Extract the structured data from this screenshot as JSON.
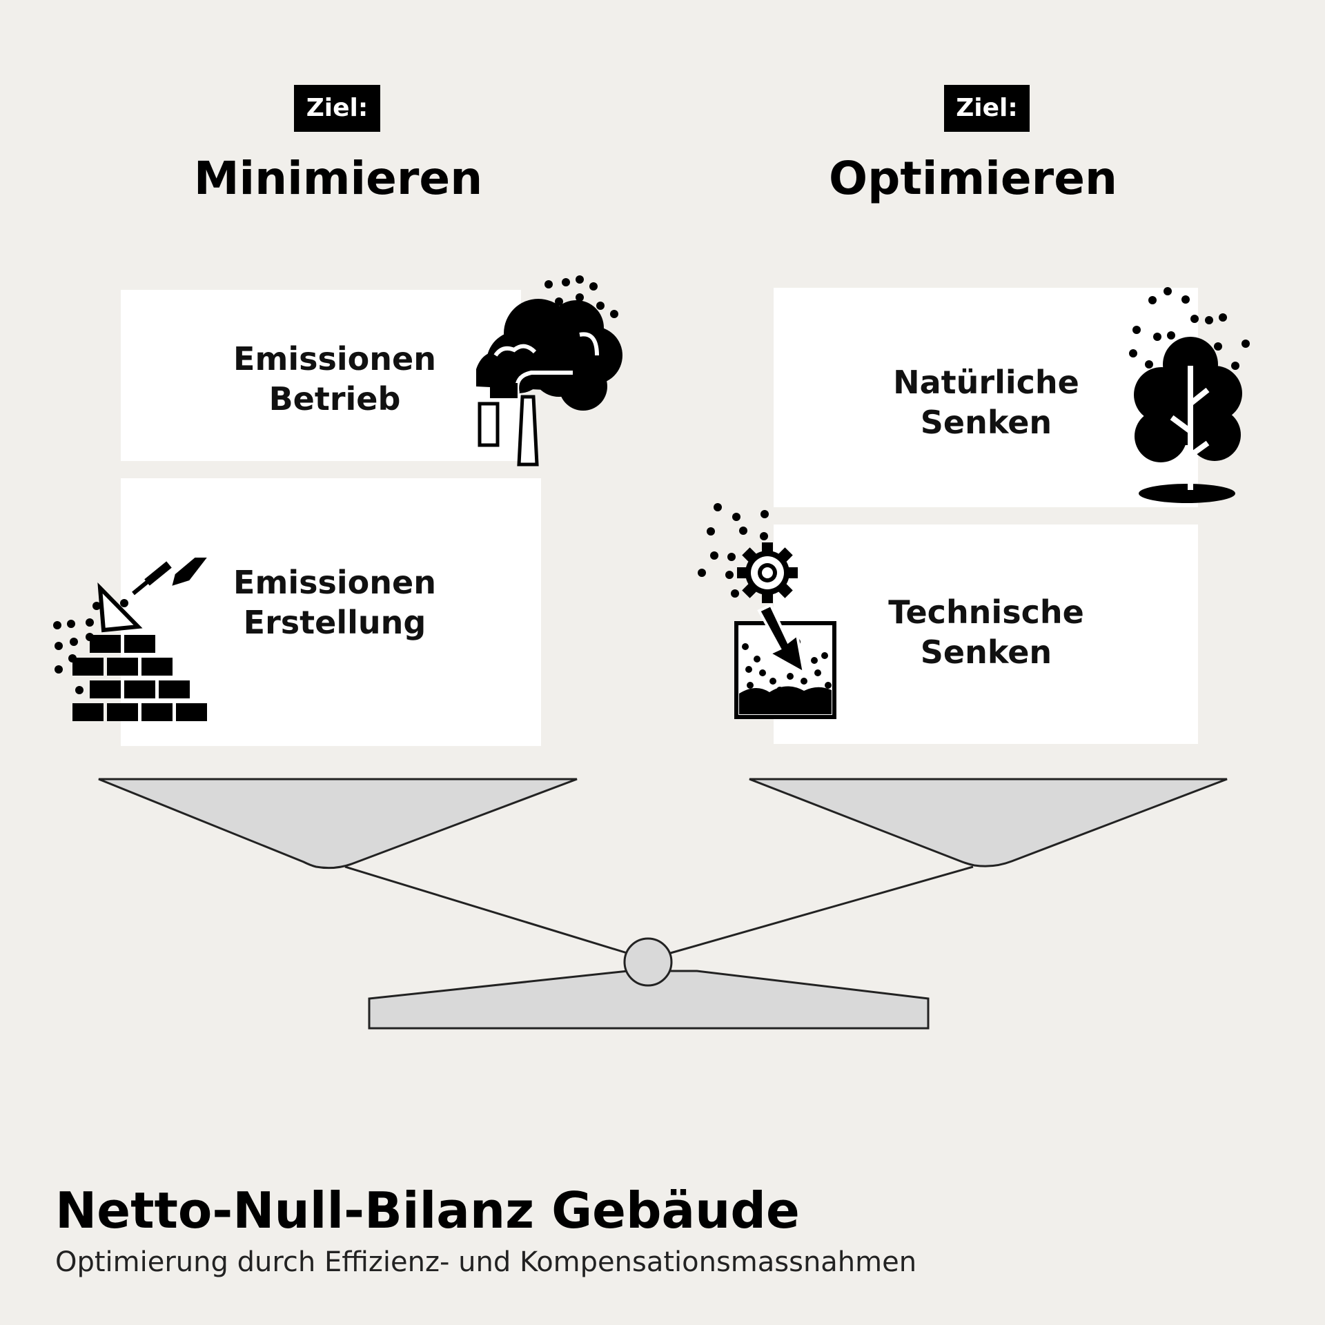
{
  "left_column": {
    "tag": "Ziel:",
    "title": "Minimieren",
    "cards": [
      {
        "line1": "Emissionen",
        "line2": "Betrieb",
        "icon": "factory-smoke-icon"
      },
      {
        "line1": "Emissionen",
        "line2": "Erstellung",
        "icon": "bricks-trowel-icon"
      }
    ]
  },
  "right_column": {
    "tag": "Ziel:",
    "title": "Optimieren",
    "cards": [
      {
        "line1": "Natürliche",
        "line2": "Senken",
        "icon": "tree-icon"
      },
      {
        "line1": "Technische",
        "line2": "Senken",
        "icon": "carbon-capture-icon"
      }
    ]
  },
  "footer": {
    "title": "Netto-Null-Bilanz Gebäude",
    "subtitle": "Optimierung durch Effizienz- und Kompensationsmassnahmen"
  },
  "colors": {
    "background": "#f1efeb",
    "card": "#ffffff",
    "scale_fill": "#d9d9d9",
    "ink": "#000000"
  }
}
